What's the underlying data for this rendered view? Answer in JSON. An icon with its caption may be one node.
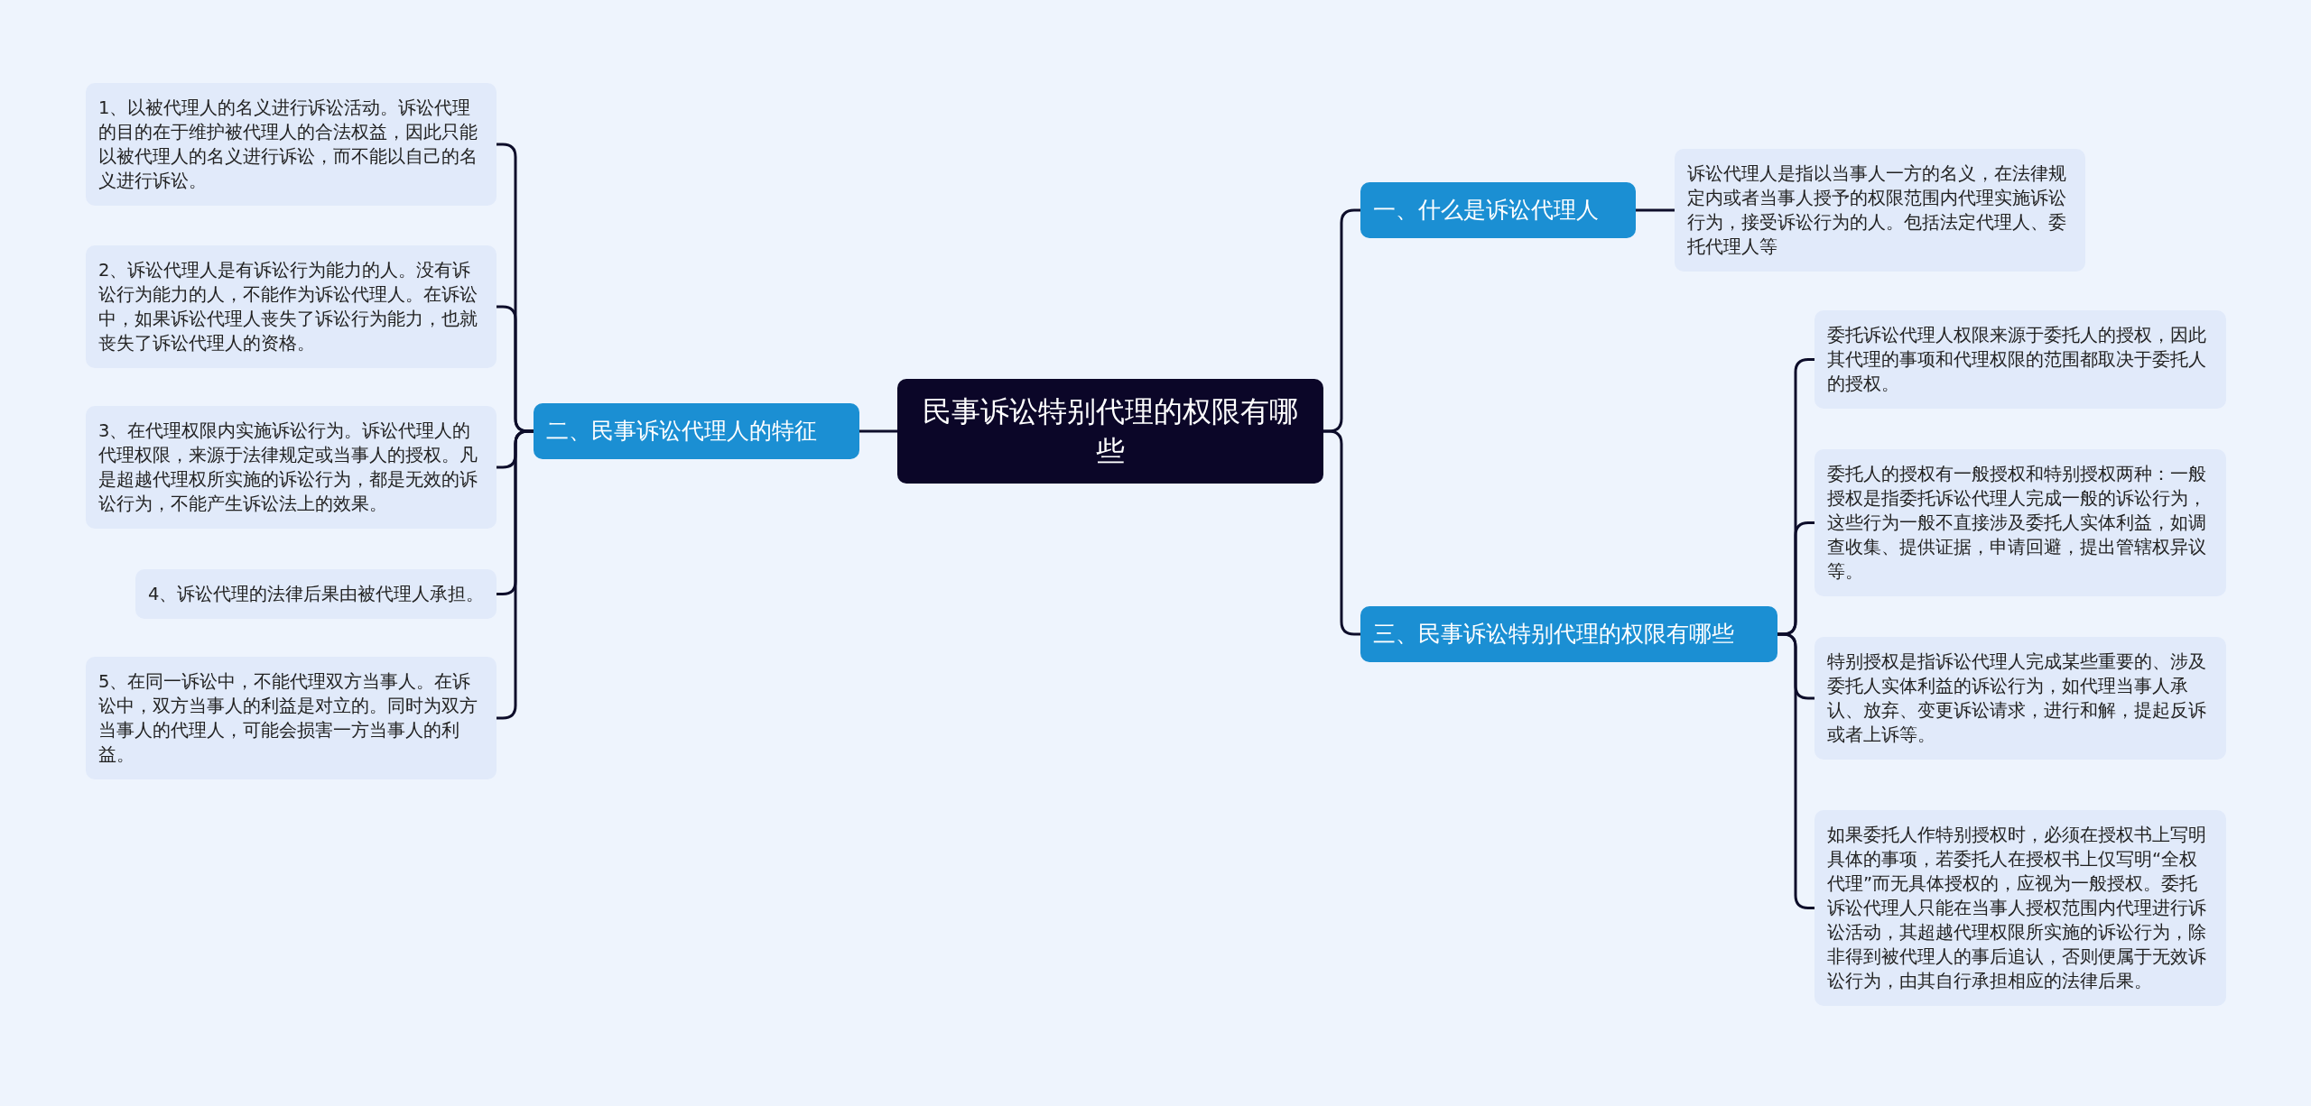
{
  "diagram": {
    "nodes": [
      {
        "text": [
          "民事诉讼特别代理的权限有哪些"
        ]
      },
      {
        "text": [
          "一、什么是诉讼代理人"
        ]
      },
      {
        "text": [
          "诉讼代理人是指以当事人一方的名义，在法律规定内或者当事人授予的权限范围内代理实施诉讼行为，接受诉讼行为的人。包括法定代理人、委托代理人等"
        ]
      },
      {
        "text": [
          "二、民事诉讼代理人的特征"
        ]
      },
      {
        "text": [
          "1、以被代理人的名义进行诉讼活动。诉讼代理的目的在于维护被代理人的合法权益，因此只能以被代理人的名义进行诉讼，而不能以自己的名义进行诉讼。"
        ]
      },
      {
        "text": [
          "2、诉讼代理人是有诉讼行为能力的人。没有诉讼行为能力的人，不能作为诉讼代理人。在诉讼中，如果诉讼代理人丧失了诉讼行为能力，也就丧失了诉讼代理人的资格。"
        ]
      },
      {
        "text": [
          "3、在代理权限内实施诉讼行为。诉讼代理人的代理权限，来源于法律规定或当事人的授权。凡是超越代理权所实施的诉讼行为，都是无效的诉讼行为，不能产生诉讼法上的效果。"
        ]
      },
      {
        "text": [
          "4、诉讼代理的法律后果由被代理人承担。"
        ]
      },
      {
        "text": [
          "5、在同一诉讼中，不能代理双方当事人。在诉讼中，双方当事人的利益是对立的。同时为双方当事人的代理人，可能会损害一方当事人的利益。"
        ]
      },
      {
        "text": [
          "三、民事诉讼特别代理的权限有哪些"
        ]
      },
      {
        "text": [
          "委托诉讼代理人权限来源于委托人的授权，因此其代理的事项和代理权限的范围都取决于委托人的授权。"
        ]
      },
      {
        "text": [
          "委托人的授权有一般授权和特别授权两种：一般授权是指委托诉讼代理人完成一般的诉讼行为，这些行为一般不直接涉及委托人实体利益，如调查收集、提供证据，申请回避，提出管辖权异议等。"
        ]
      },
      {
        "text": [
          "特别授权是指诉讼代理人完成某些重要的、涉及委托人实体利益的诉讼行为，如代理当事人承认、放弃、变更诉讼请求，进行和解，提起反诉或者上诉等。"
        ]
      },
      {
        "text": [
          "如果委托人作特别授权时，必须在授权书上写明具体的事项，若委托人在授权书上仅写明“全权代理”而无具体授权的，应视为一般授权。委托诉讼代理人只能在当事人授权范围内代理进行诉讼活动，其超越代理权限所实施的诉讼行为，除非得到被代理人的事后追认，否则便属于无效诉讼行为，由其自行承担相应的法律后果。"
        ]
      }
    ],
    "edges": [
      {
        "from": 0,
        "to": 1,
        "arrow": "none"
      },
      {
        "from": 1,
        "to": 2,
        "arrow": "none"
      },
      {
        "from": 0,
        "to": 3,
        "arrow": "none"
      },
      {
        "from": 3,
        "to": 4,
        "arrow": "none"
      },
      {
        "from": 3,
        "to": 5,
        "arrow": "none"
      },
      {
        "from": 3,
        "to": 6,
        "arrow": "none"
      },
      {
        "from": 3,
        "to": 7,
        "arrow": "none"
      },
      {
        "from": 3,
        "to": 8,
        "arrow": "none"
      },
      {
        "from": 0,
        "to": 9,
        "arrow": "none"
      },
      {
        "from": 9,
        "to": 10,
        "arrow": "none"
      },
      {
        "from": 9,
        "to": 11,
        "arrow": "none"
      },
      {
        "from": 9,
        "to": 12,
        "arrow": "none"
      },
      {
        "from": 9,
        "to": 13,
        "arrow": "none"
      }
    ]
  }
}
